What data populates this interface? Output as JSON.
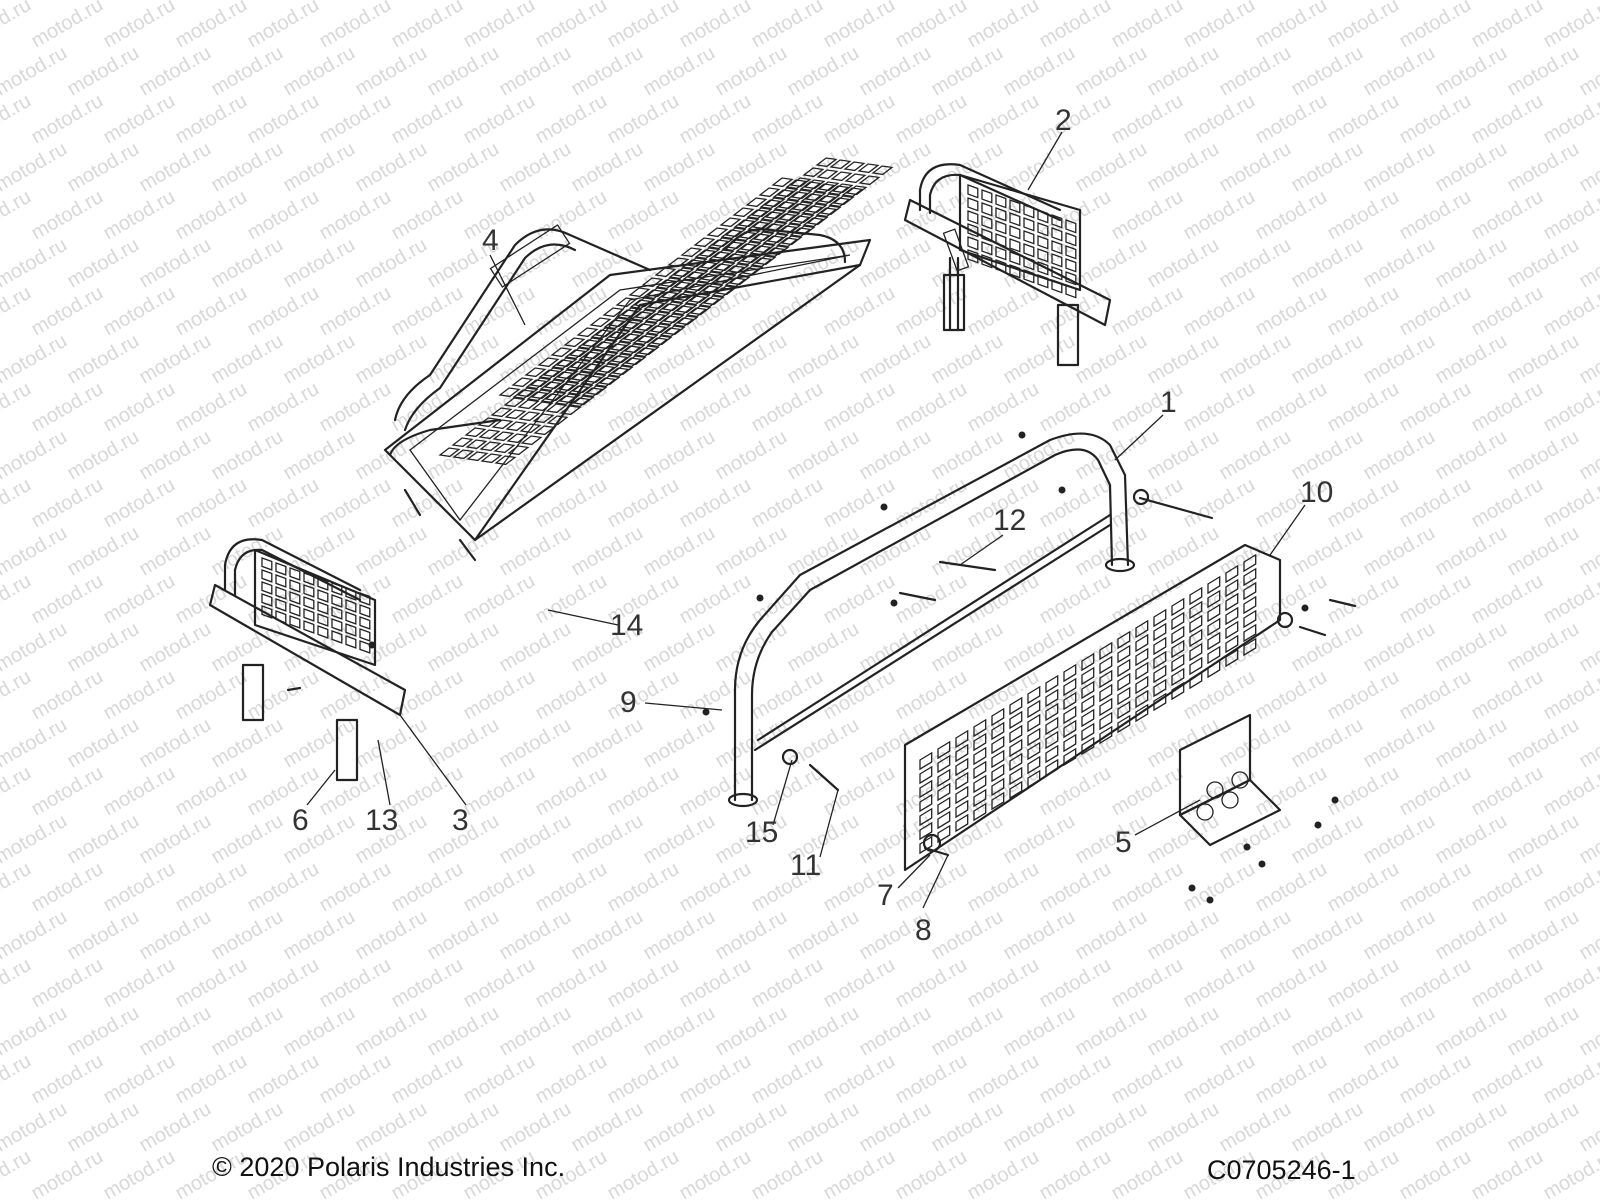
{
  "watermark": "motod.ru",
  "copyright": "© 2020 Polaris Industries Inc.",
  "diagram_code": "C0705246-1",
  "callouts": [
    "1",
    "2",
    "3",
    "4",
    "5",
    "6",
    "7",
    "8",
    "9",
    "10",
    "11",
    "12",
    "13",
    "14",
    "15"
  ]
}
